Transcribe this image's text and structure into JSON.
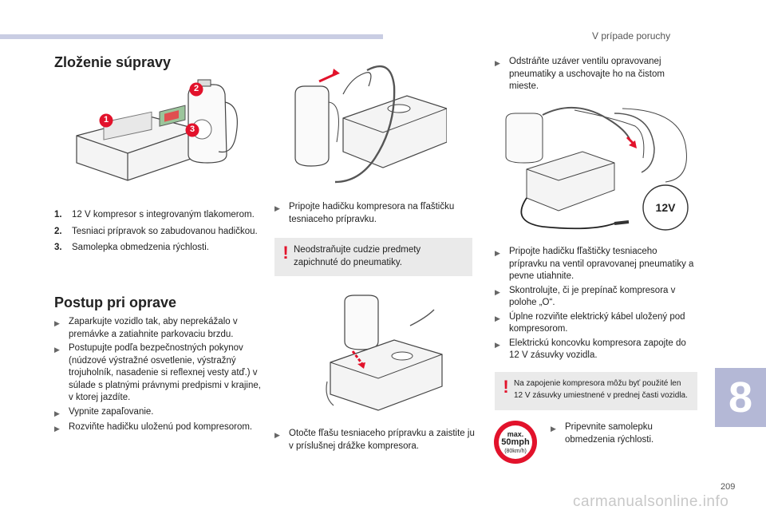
{
  "header": {
    "section": "V prípade poruchy"
  },
  "kit": {
    "title": "Zloženie súpravy",
    "items": [
      {
        "num": "1.",
        "text": "12 V kompresor s integrovaným tlakomerom."
      },
      {
        "num": "2.",
        "text": "Tesniaci prípravok so zabudovanou hadičkou."
      },
      {
        "num": "3.",
        "text": "Samolepka obmedzenia rýchlosti."
      }
    ],
    "callouts": [
      "1",
      "2",
      "3"
    ]
  },
  "procedure": {
    "title": "Postup pri oprave",
    "bullets": [
      "Zaparkujte vozidlo tak, aby neprekážalo v premávke a zatiahnite parkovaciu brzdu.",
      "Postupujte podľa bezpečnostných pokynov (núdzové výstražné osvetlenie, výstražný trojuholník, nasadenie si reflexnej vesty atď.) v súlade s platnými právnymi predpismi v krajine, v ktorej jazdíte.",
      "Vypnite zapaľovanie.",
      "Rozviňte hadičku uloženú pod kompresorom."
    ]
  },
  "middle": {
    "bullet1": "Pripojte hadičku kompresora na fľaštičku tesniaceho prípravku.",
    "warning": "Neodstraňujte cudzie predmety zapichnuté do pneumatiky.",
    "bullet2": "Otočte fľašu tesniaceho prípravku a zaistite ju v príslušnej drážke kompresora."
  },
  "right": {
    "bullet_top": "Odstráňte uzáver ventilu opravovanej pneumatiky a uschovajte ho na čistom mieste.",
    "plug_label": "12V",
    "bullets": [
      "Pripojte hadičku fľaštičky tesniaceho prípravku na ventil opravovanej pneumatiky a pevne utiahnite.",
      "Skontrolujte, či je prepínač kompresora v polohe „O“.",
      "Úplne rozviňte elektrický kábel uložený pod kompresorom.",
      "Elektrickú koncovku kompresora zapojte do 12 V zásuvky vozidla."
    ],
    "warning": "Na zapojenie kompresora môžu byť použité len 12 V zásuvky umiestnené v prednej časti vozidla.",
    "sign": {
      "max": "max.",
      "speed": "50mph",
      "sub": "(80km/h)"
    },
    "bullet_sign": "Pripevnite samolepku obmedzenia rýchlosti."
  },
  "footer": {
    "chapter": "8",
    "page": "209",
    "watermark": "carmanualsonline.info"
  },
  "colors": {
    "accent_red": "#e2122b",
    "band": "#c9cde3",
    "chapter_tab": "#b4b8d6"
  }
}
